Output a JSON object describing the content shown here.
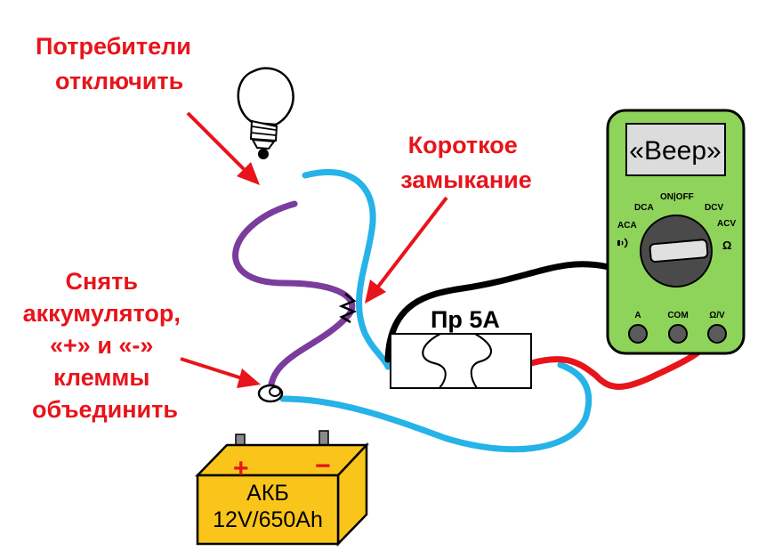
{
  "colors": {
    "label_red": "#e8141b",
    "wire_blue": "#25b3e8",
    "wire_purple": "#7a3d9e",
    "wire_black": "#000000",
    "wire_red": "#e8141b",
    "meter_green": "#8ed35a",
    "battery_yellow": "#f9c51b"
  },
  "labels": {
    "consumers": [
      "Потребители",
      "отключить"
    ],
    "short_circuit": [
      "Короткое",
      "замыкание"
    ],
    "battery_note": [
      "Снять",
      "аккумулятор,",
      "«+» и «-»",
      "клеммы",
      "объединить"
    ]
  },
  "fuse": {
    "label": "Пр 5А"
  },
  "battery": {
    "name": "АКБ",
    "spec": "12V/650Ah",
    "plus": "+",
    "minus": "−"
  },
  "multimeter": {
    "display": "«Beep»",
    "dca": "DCA",
    "onoff": "ON|OFF",
    "dcv": "DCV",
    "aca": "ACA",
    "acv": "ACV",
    "ohm": "Ω",
    "sound_icon": "sound-icon",
    "port_a": "A",
    "port_com": "COM",
    "port_ohm": "Ω/V"
  }
}
